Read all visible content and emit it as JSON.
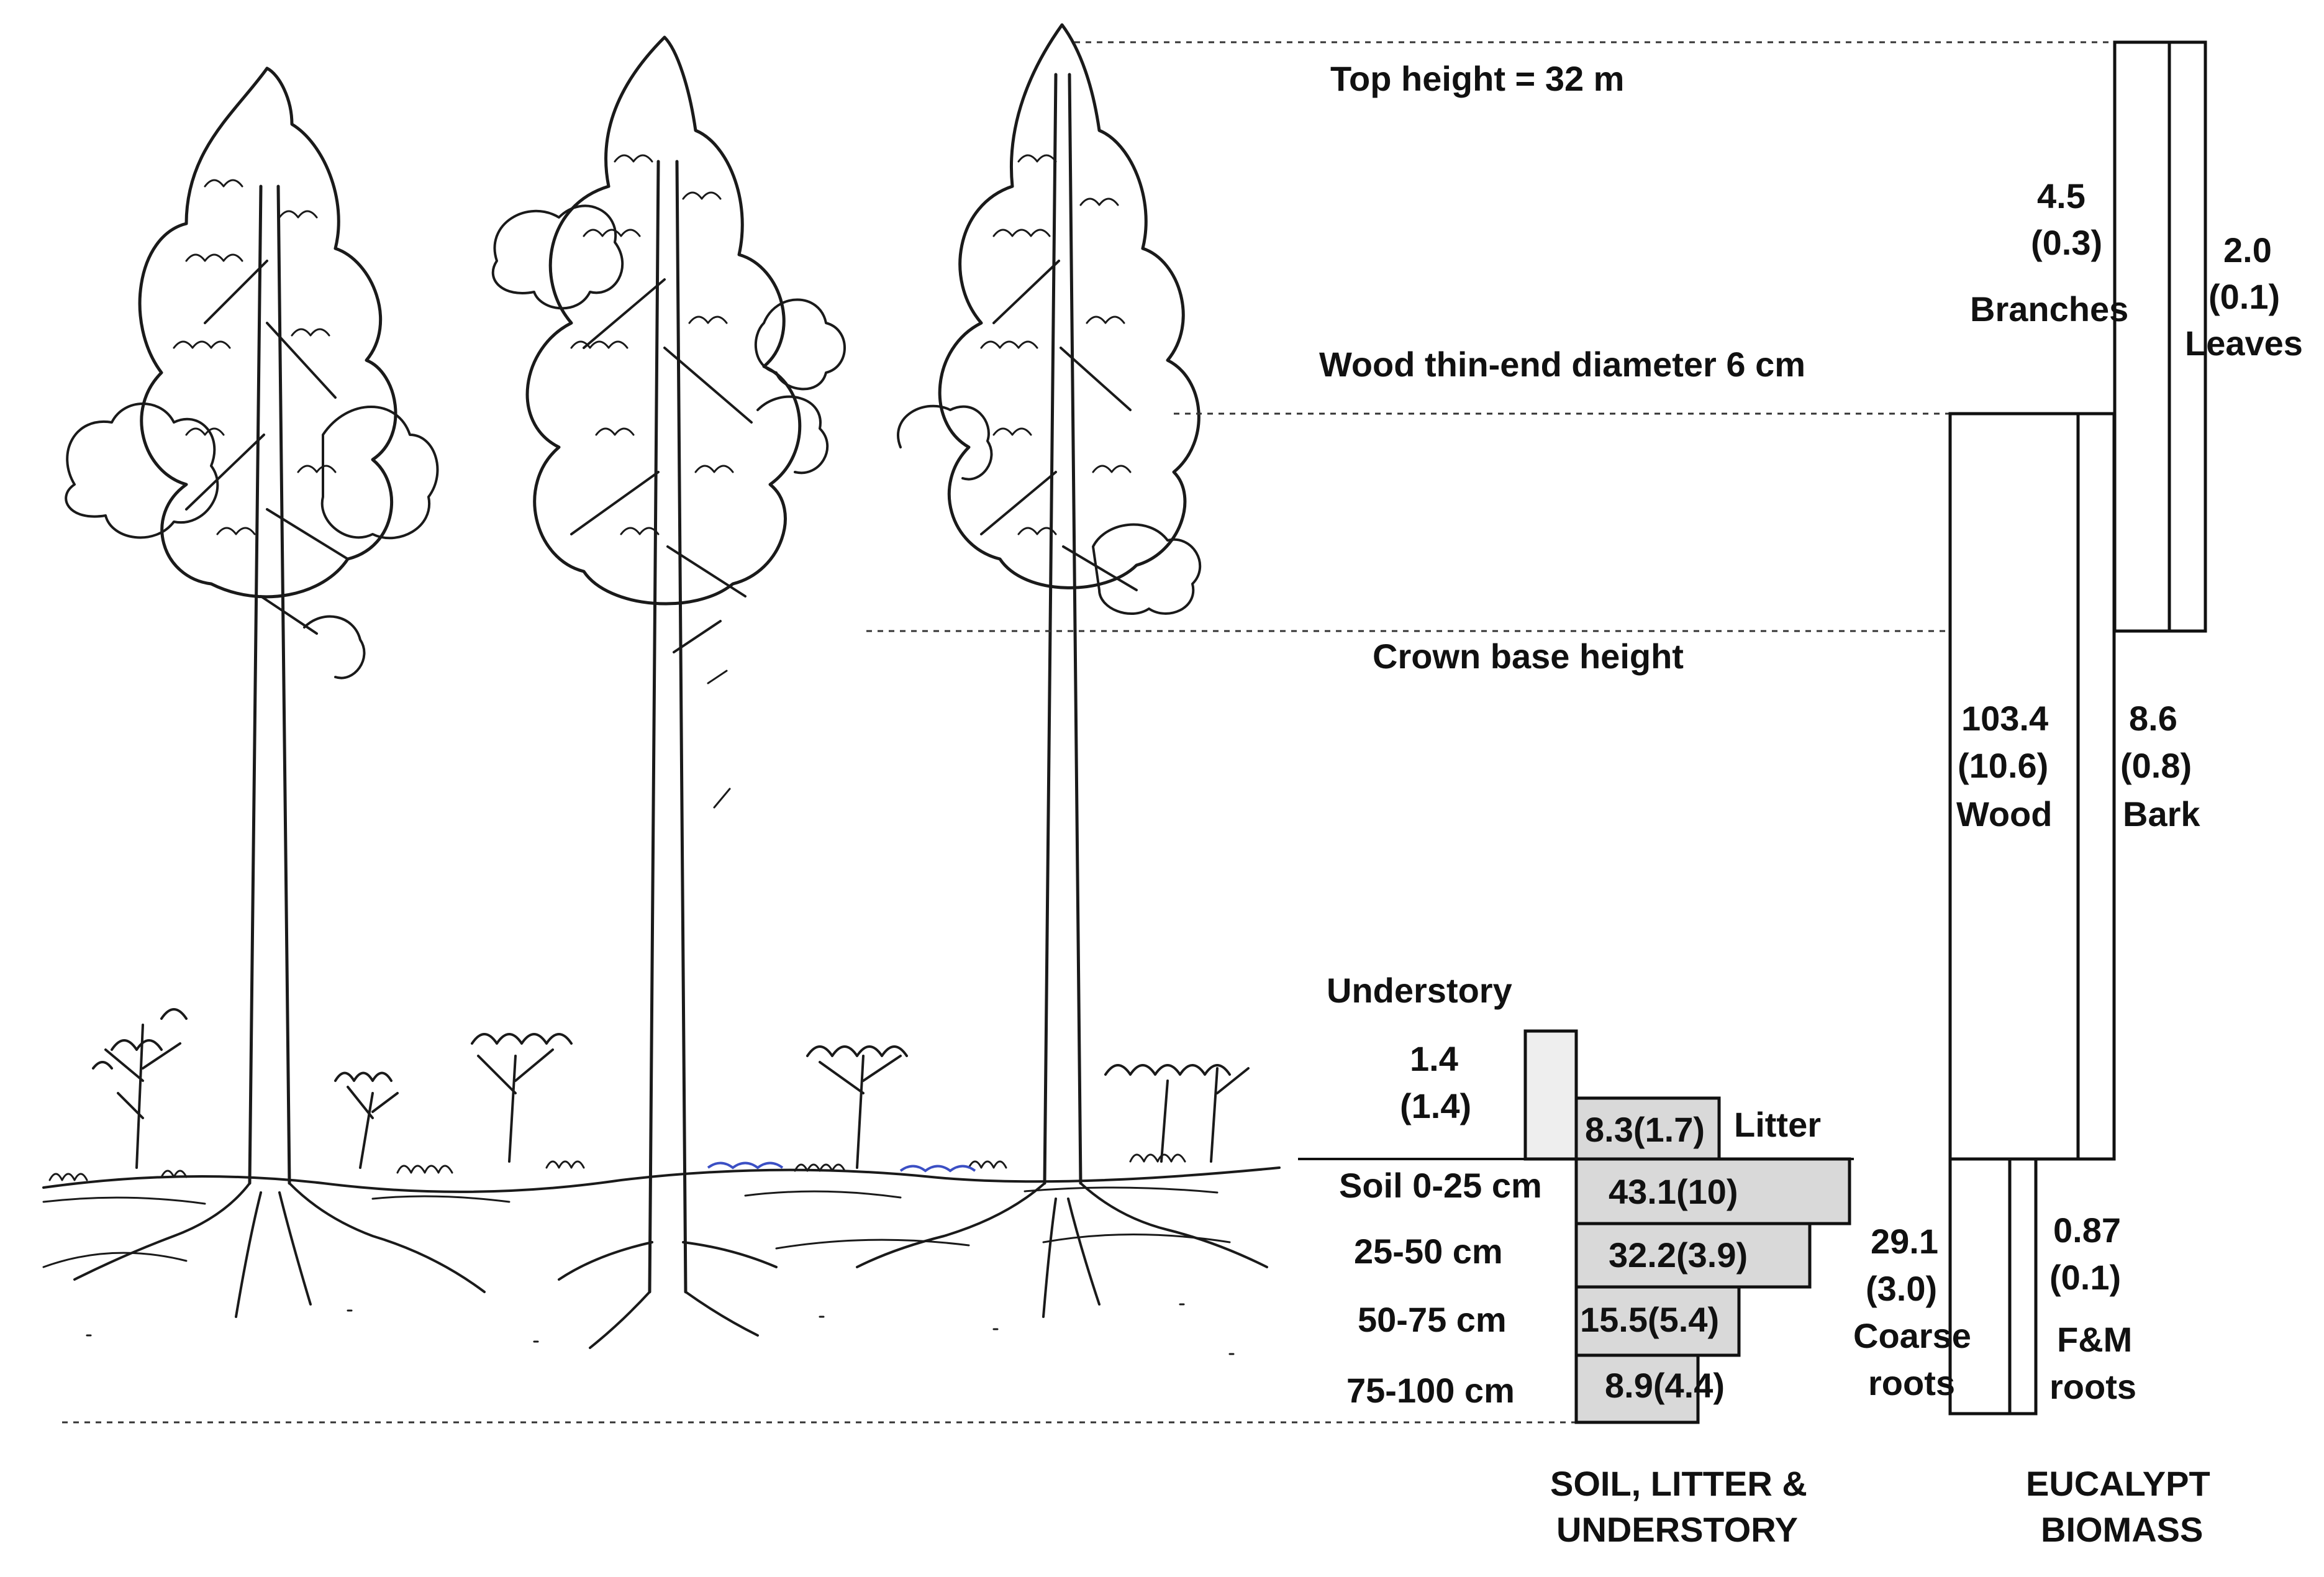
{
  "height_labels": {
    "top_height": "Top height = 32 m",
    "thin_end": "Wood thin-end diameter 6 cm",
    "crown_base": "Crown base height"
  },
  "eucalypt": {
    "branches": {
      "value": "4.5",
      "se": "(0.3)",
      "label": "Branches"
    },
    "leaves": {
      "value": "2.0",
      "se": "(0.1)",
      "label": "Leaves"
    },
    "wood": {
      "value": "103.4",
      "se": "(10.6)",
      "label": "Wood"
    },
    "bark": {
      "value": "8.6",
      "se": "(0.8)",
      "label": "Bark"
    },
    "coarse_roots": {
      "value": "29.1",
      "se": "(3.0)",
      "label_line1": "Coarse",
      "label_line2": "roots"
    },
    "fm_roots": {
      "value": "0.87",
      "se": "(0.1)",
      "label_line1": "F&M",
      "label_line2": "roots"
    }
  },
  "understory": {
    "label": "Understory",
    "value": "1.4",
    "se": "(1.4)"
  },
  "litter": {
    "value_text": "8.3(1.7)",
    "label": "Litter"
  },
  "soil_layers": [
    {
      "depth": "Soil 0-25 cm",
      "value_text": "43.1(10)"
    },
    {
      "depth": "25-50 cm",
      "value_text": "32.2(3.9)"
    },
    {
      "depth": "50-75 cm",
      "value_text": "15.5(5.4)"
    },
    {
      "depth": "75-100 cm",
      "value_text": "8.9(4.4)"
    }
  ],
  "group_titles": {
    "soil_line1": "SOIL, LITTER &",
    "soil_line2": "UNDERSTORY",
    "euc_line1": "EUCALYPT",
    "euc_line2": "BIOMASS"
  },
  "colors": {
    "bar_fill": "#ffffff",
    "soil_fill": "#d9d9d9",
    "understory_fill": "#eeeeee",
    "ink": "#111111"
  }
}
